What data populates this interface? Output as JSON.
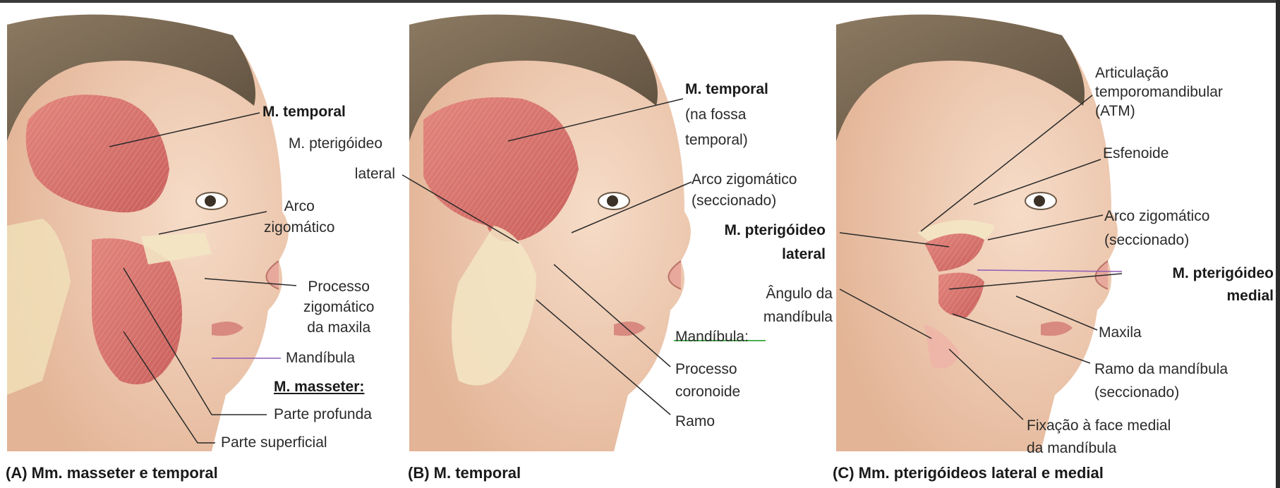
{
  "panels": [
    {
      "caption": "(A) Mm. masseter e temporal",
      "labels": {
        "temporal": "M. temporal",
        "arco": "Arco\nzigomático",
        "processo": "Processo\nzigomático\nda maxila",
        "mandibula": "Mandíbula",
        "masseter": "M. masseter:",
        "profunda": "Parte profunda",
        "superficial": "Parte superficial",
        "pterigoideo_a": "M. pterigóideo",
        "lateral_a": "lateral"
      }
    },
    {
      "caption": "(B) M. temporal",
      "labels": {
        "temporal": "M. temporal",
        "fossa": "(na fossa\ntemporal)",
        "arco": "Arco zigomático\n(seccionado)",
        "mandibula": "Mandíbula:",
        "coronoide": "Processo\ncoronoide",
        "ramo": "Ramo"
      }
    },
    {
      "caption": "(C) Mm. pterigóideos lateral e medial",
      "labels": {
        "atm": "Articulação\ntemporomandibular\n(ATM)",
        "esfenoide": "Esfenoide",
        "arco": "Arco zigomático\n(seccionado)",
        "pterigoideo_lateral": "M. pterigóideo\nlateral",
        "angulo": "Ângulo da\nmandíbula",
        "pterigoideo_medial": "M. pterigóideo\nmedial",
        "maxila": "Maxila",
        "ramo": "Ramo da mandíbula\n(seccionado)",
        "fixacao": "Fixação à face medial\nda mandíbula"
      }
    }
  ],
  "colors": {
    "skin": "#f2d3bd",
    "skin_shadow": "#e6b79b",
    "hair": "#7a6a55",
    "muscle": "#d9736e",
    "muscle_light": "#efb3a8",
    "bone": "#f3e6c4",
    "leader": "#2a2a2a",
    "accent_purple": "#8e5bb5"
  }
}
